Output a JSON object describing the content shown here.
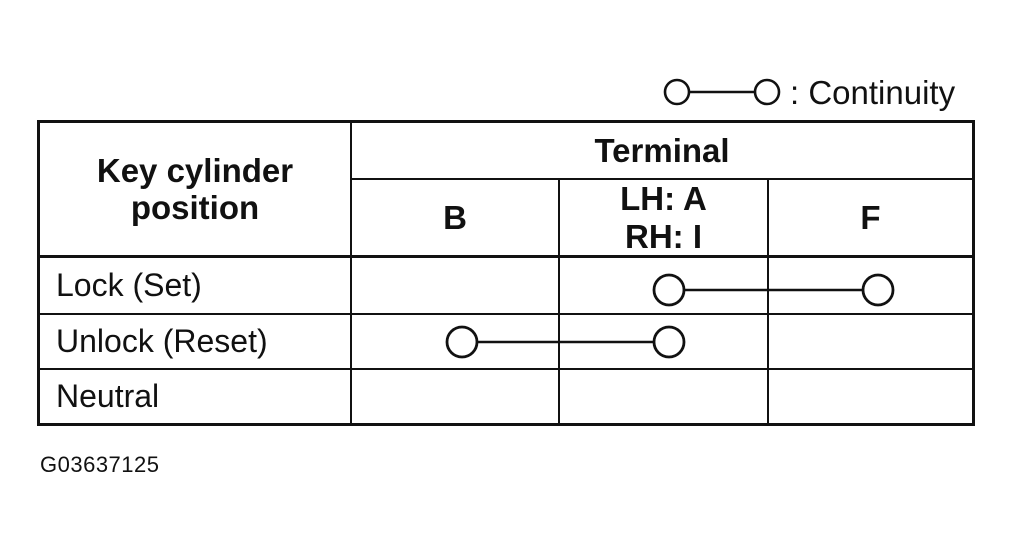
{
  "legend": {
    "label": ": Continuity",
    "symbol_icon": "continuity-symbol-icon"
  },
  "table": {
    "corner_header": {
      "line1": "Key cylinder",
      "line2": "position"
    },
    "group_header": "Terminal",
    "columns": [
      {
        "key": "B",
        "line1": "B",
        "line2": ""
      },
      {
        "key": "A_I",
        "line1": "LH: A",
        "line2": "RH: I"
      },
      {
        "key": "F",
        "line1": "F",
        "line2": ""
      }
    ],
    "rows": [
      {
        "label": "Lock (Set)",
        "connected": [
          1,
          2
        ]
      },
      {
        "label": "Unlock (Reset)",
        "connected": [
          0,
          1
        ]
      },
      {
        "label": "Neutral",
        "connected": []
      }
    ]
  },
  "caption": "G03637125",
  "colors": {
    "ink": "#111111",
    "background": "#ffffff"
  }
}
